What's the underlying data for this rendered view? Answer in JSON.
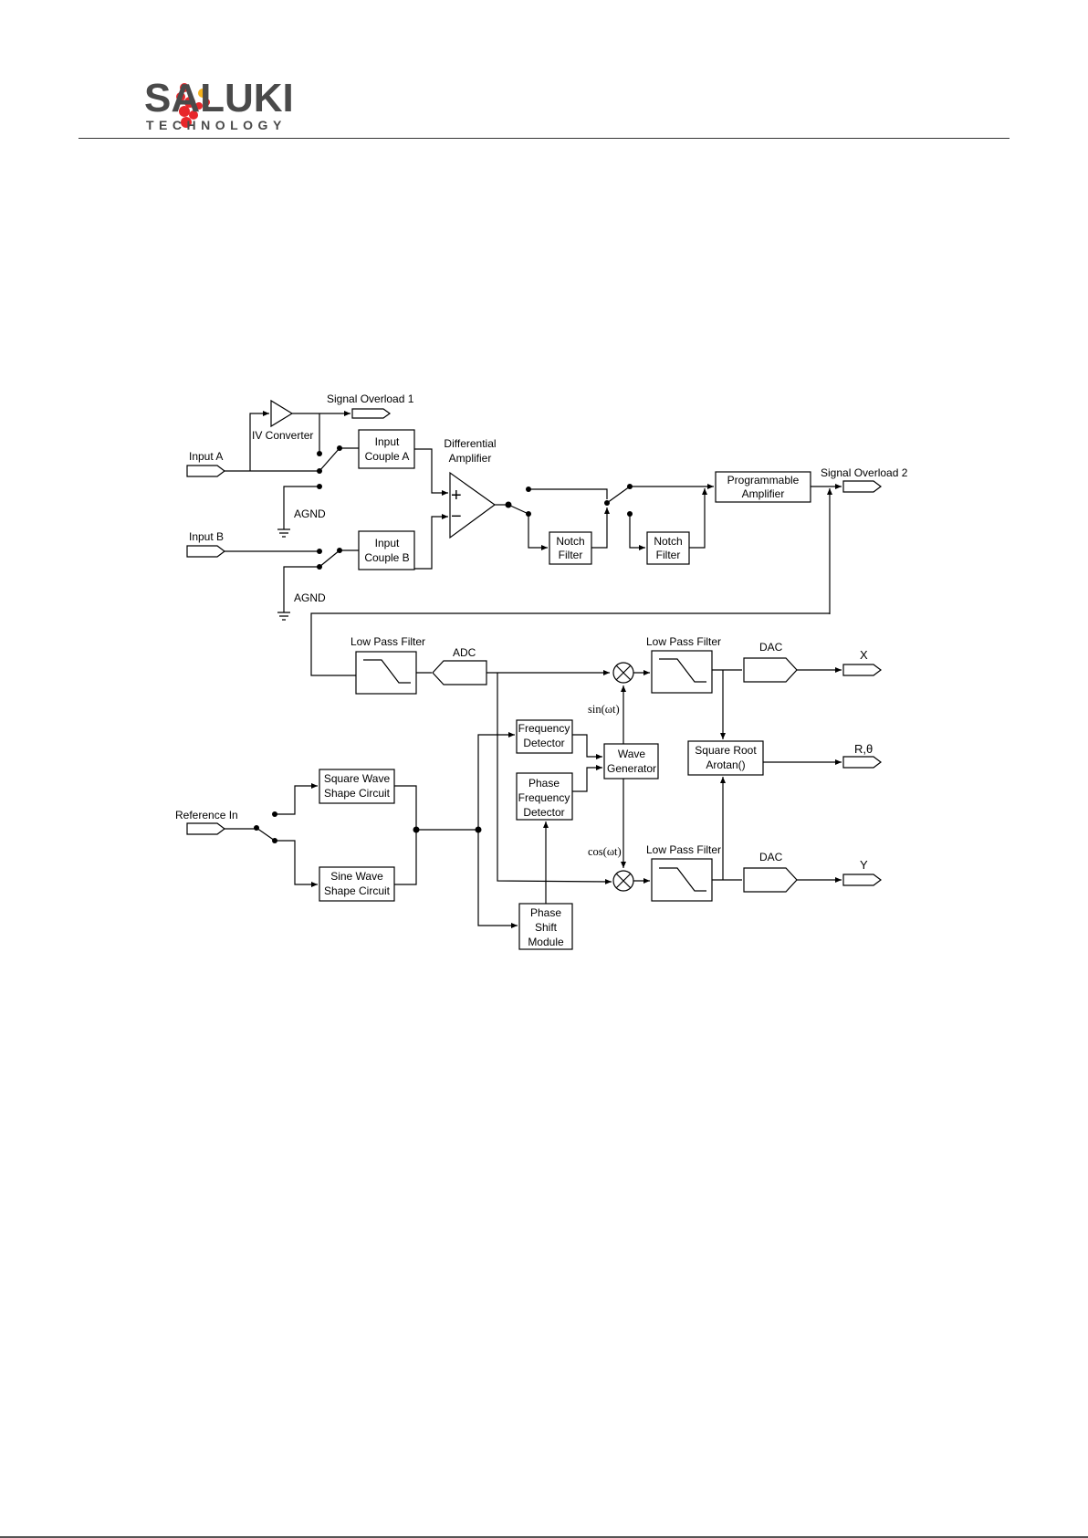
{
  "brand": {
    "name": "SALUKI",
    "subtitle": "TECHNOLOGY",
    "colors": {
      "dots": "#e8262a",
      "accent": "#f6b21b",
      "text": "#4a4a4a"
    }
  },
  "diagram": {
    "labels": {
      "signal_overload_1": "Signal Overload 1",
      "iv_converter": "IV Converter",
      "input_a": "Input A",
      "input_b": "Input B",
      "agnd_1": "AGND",
      "agnd_2": "AGND",
      "input_couple_a": [
        "Input",
        "Couple A"
      ],
      "input_couple_b": [
        "Input",
        "Couple B"
      ],
      "differential_amplifier": [
        "Differential",
        "Amplifier"
      ],
      "plus_sign": "+",
      "minus_sign": "−",
      "notch_filter_1": [
        "Notch",
        "Filter"
      ],
      "notch_filter_2": [
        "Notch",
        "Filter"
      ],
      "programmable_amplifier": [
        "Programmable",
        "Amplifier"
      ],
      "signal_overload_2": "Signal Overload 2",
      "low_pass_filter_input": "Low Pass Filter",
      "adc": "ADC",
      "low_pass_filter_x": "Low Pass Filter",
      "dac_x": "DAC",
      "output_x": "X",
      "sin_label": "sin(ωt)",
      "frequency_detector": [
        "Frequency",
        "Detector"
      ],
      "wave_generator": [
        "Wave",
        "Generator"
      ],
      "square_root": [
        "Square Root",
        "Arotan()"
      ],
      "output_r": "R,θ",
      "square_wave": [
        "Square Wave",
        "Shape Circuit"
      ],
      "reference_in": "Reference In",
      "phase_frequency_detector": [
        "Phase",
        "Frequency",
        "Detector"
      ],
      "cos_label": "cos(ωt)",
      "low_pass_filter_y": "Low Pass Filter",
      "dac_y": "DAC",
      "output_y": "Y",
      "sine_wave": [
        "Sine Wave",
        "Shape Circuit"
      ],
      "phase_shift_module": [
        "Phase",
        "Shift",
        "Module"
      ]
    }
  }
}
